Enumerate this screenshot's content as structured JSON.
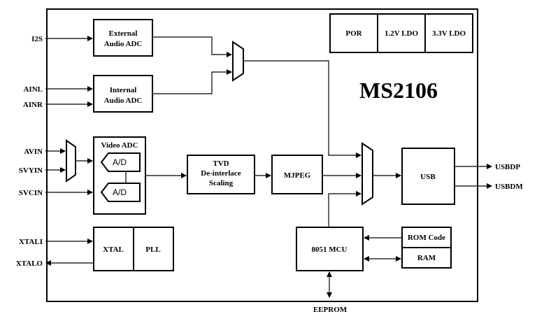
{
  "chip_name": "MS2106",
  "power": {
    "por": "POR",
    "ldo_12": "1.2V LDO",
    "ldo_33": "3.3V LDO"
  },
  "blocks": {
    "ext_adc": [
      "External",
      "Audio ADC"
    ],
    "int_adc": [
      "Internal",
      "Audio ADC"
    ],
    "video_adc": "Video ADC",
    "ad": "A/D",
    "tvd": [
      "TVD",
      "De-interlace",
      "Scaling"
    ],
    "mjpeg": "MJPEG",
    "usb": "USB",
    "rom": "ROM Code",
    "ram": "RAM",
    "mcu": "8051 MCU",
    "xtal": "XTAL",
    "pll": "PLL"
  },
  "pins": {
    "i2s": "I2S",
    "ainl": "AINL",
    "ainr": "AINR",
    "avin": "AVIN",
    "svyin": "SVYIN",
    "svcin": "SVCIN",
    "xtali": "XTALI",
    "xtalo": "XTALO",
    "usbdp": "USBDP",
    "usbdm": "USBDM",
    "eeprom": "EEPROM"
  }
}
